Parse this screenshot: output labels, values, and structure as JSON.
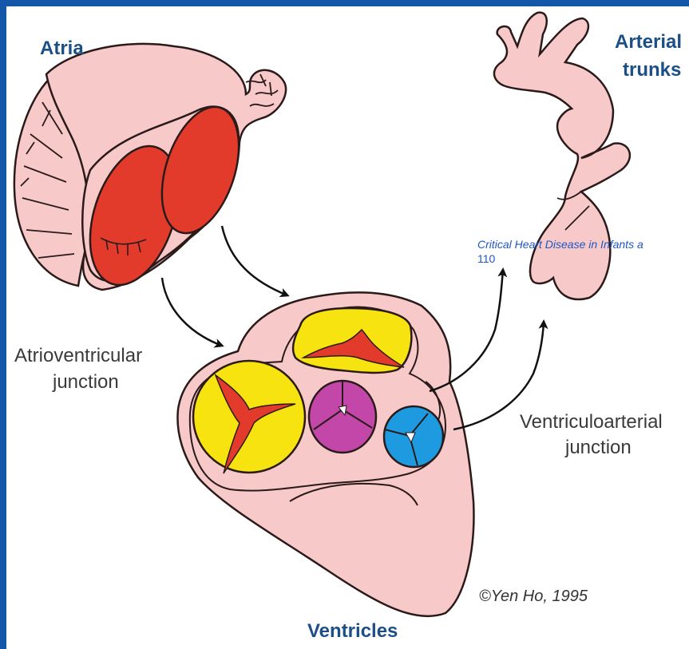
{
  "labels": {
    "atria": "Atria",
    "arterial_trunks_1": "Arterial",
    "arterial_trunks_2": "trunks",
    "av_junction_1": "Atrioventricular",
    "av_junction_2": "junction",
    "va_junction_1": "Ventriculoarterial",
    "va_junction_2": "junction",
    "ventricles": "Ventricles",
    "copyright": "©Yen Ho, 1995"
  },
  "citation": {
    "text": "Critical Heart Disease in Infants a",
    "page": "110"
  },
  "colors": {
    "frame": "#1457a8",
    "tissue": "#f7c9c9",
    "tissue_dark": "#e9a9ad",
    "outline": "#2b1a1a",
    "atrial_opening": "#e23b2b",
    "av_valve": "#f7e30f",
    "aortic_valve": "#c247a8",
    "pulmonary_valve": "#1e9be0",
    "title_text": "#1b4f86",
    "citation_text": "#1f56c6"
  }
}
